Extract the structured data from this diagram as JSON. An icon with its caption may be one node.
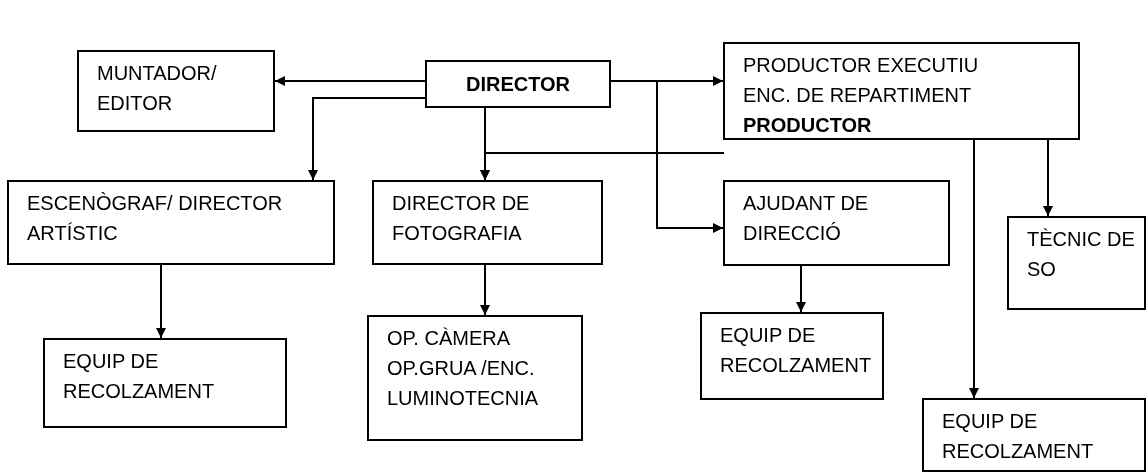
{
  "diagram": {
    "nodes": [
      {
        "text": [
          "MUNTADOR/ EDITOR"
        ]
      },
      {
        "text": [
          "DIRECTOR"
        ]
      },
      {
        "text": [
          "PRODUCTOR EXECUTIU",
          "ENC. DE REPARTIMENT",
          "PRODUCTOR"
        ]
      },
      {
        "text": [
          "ESCENÒGRAF/ DIRECTOR ARTÍSTIC"
        ]
      },
      {
        "text": [
          "DIRECTOR DE FOTOGRAFIA"
        ]
      },
      {
        "text": [
          "AJUDANT DE DIRECCIÓ"
        ]
      },
      {
        "text": [
          "TÈCNIC DE SO"
        ]
      },
      {
        "text": [
          "EQUIP DE RECOLZAMENT"
        ]
      },
      {
        "text": [
          "OP. CÀMERA OP.GRUA /ENC. LUMINOTECNIA"
        ]
      },
      {
        "text": [
          "EQUIP DE RECOLZAMENT"
        ]
      },
      {
        "text": [
          "EQUIP DE RECOLZAMENT"
        ]
      }
    ],
    "edges": [
      {
        "from": 1,
        "to": 0,
        "arrow": "to"
      },
      {
        "from": 1,
        "to": 2,
        "arrow": "to"
      },
      {
        "from": 1,
        "to": 3,
        "arrow": "to"
      },
      {
        "from": 1,
        "to": 4,
        "arrow": "to"
      },
      {
        "from": 2,
        "to": 4,
        "arrow": "to"
      },
      {
        "from": 1,
        "to": 5,
        "arrow": "to"
      },
      {
        "from": 2,
        "to": 6,
        "arrow": "to"
      },
      {
        "from": 2,
        "to": 10,
        "arrow": "to"
      },
      {
        "from": 3,
        "to": 7,
        "arrow": "to"
      },
      {
        "from": 4,
        "to": 8,
        "arrow": "to"
      },
      {
        "from": 5,
        "to": 9,
        "arrow": "to"
      }
    ]
  }
}
